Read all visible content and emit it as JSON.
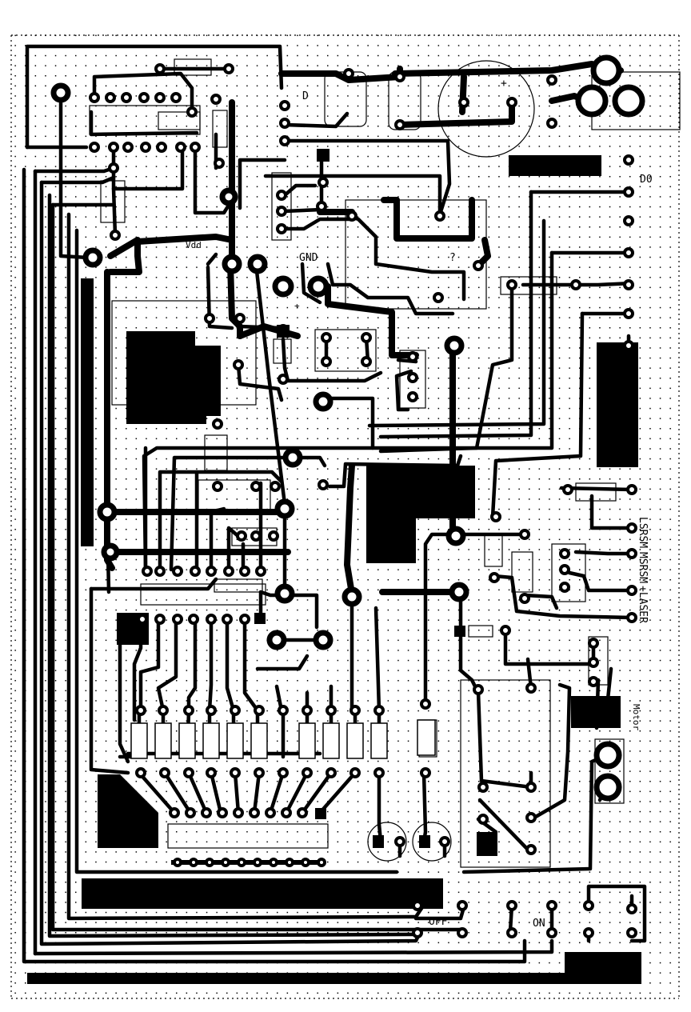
{
  "labels": {
    "d0": "D0",
    "gnd": "GND",
    "vdd": "Vdd",
    "d_top": "D",
    "plus_cap": "+",
    "plus_small": "+",
    "question": "?",
    "lsrsm": "LSRSM",
    "msrsm": "MSRSM",
    "laser": "+LASER",
    "off": "OFF",
    "on": "ON",
    "motor": "Motor"
  },
  "colors": {
    "copper": "#000000",
    "board": "#ffffff",
    "grid": "#000000"
  }
}
